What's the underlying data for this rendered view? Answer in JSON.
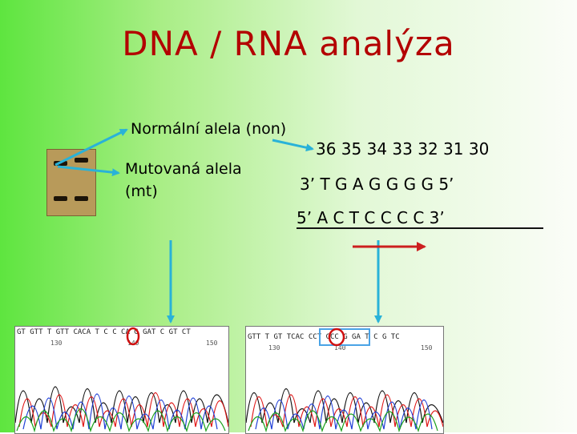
{
  "title": "DNA / RNA analýza",
  "labels": {
    "normal_allele": "Normální alela (non)",
    "mutant_allele_line1": "Mutovaná alela",
    "mutant_allele_line2": "(mt)"
  },
  "sequence": {
    "positions": "36 35 34 33 32 31 30",
    "strand_3_5": "3’ T  G  A  G  G  G  G 5’",
    "strand_5_3": "5’ A  C  T  C  C  C  C  3’"
  },
  "chromatogram_left": {
    "bases": "GT GTT  T GTT  CACA  T  C C CA  G GAT  C GT CT",
    "rulers": [
      "130",
      "140",
      "150"
    ]
  },
  "chromatogram_right": {
    "bases": "GTT  T GT TCAC  CCT CCC  G GA  T C G TC",
    "rulers": [
      "130",
      "140",
      "150"
    ]
  },
  "colors": {
    "title": "#b30000",
    "arrow_blue": "#29b2d8",
    "arrow_red": "#cc1f1f",
    "circle_red": "#d01010",
    "box_blue": "#4aa3e6",
    "trace_A": "#1aa11a",
    "trace_C": "#1f3fd6",
    "trace_G": "#111111",
    "trace_T": "#e01515"
  }
}
